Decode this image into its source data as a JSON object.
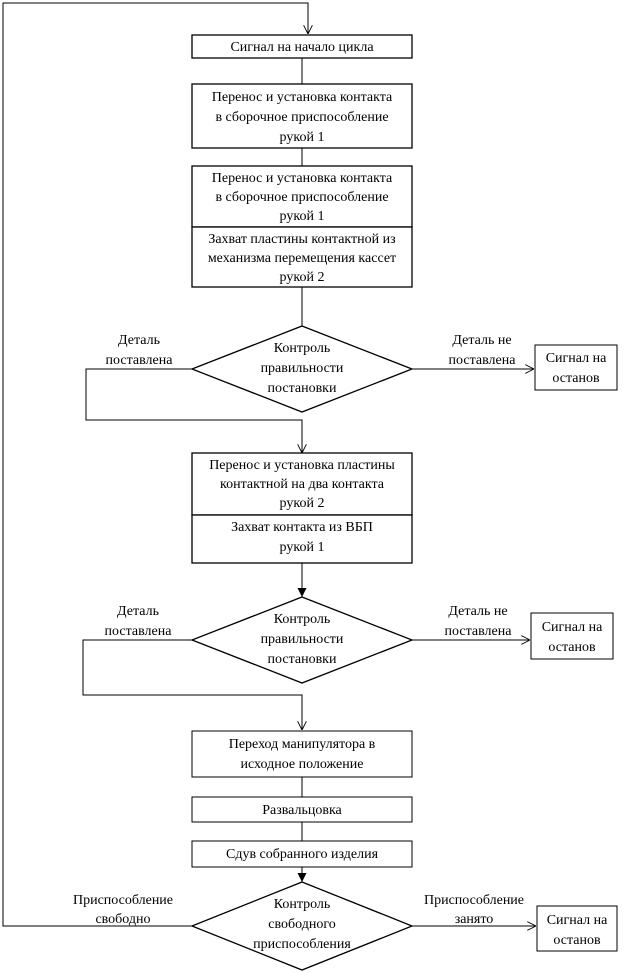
{
  "flow": {
    "start": "Сигнал на начало цикла",
    "step1": [
      "Перенос и установка контакта",
      "в сборочное приспособление",
      "рукой 1"
    ],
    "step2": [
      "Перенос и установка контакта",
      "в сборочное приспособление",
      "рукой 1"
    ],
    "step3": [
      "Захват пластины контактной из",
      "механизма перемещения кассет",
      "рукой 2"
    ],
    "check1": {
      "lines": [
        "Контроль",
        "правильности",
        "постановки"
      ],
      "left_label": [
        "Деталь",
        "поставлена"
      ],
      "right_label": [
        "Деталь не",
        "поставлена"
      ],
      "stop": [
        "Сигнал на",
        "останов"
      ]
    },
    "step4": [
      "Перенос и установка пластины",
      "контактной на два контакта",
      "рукой 2"
    ],
    "step5": [
      "Захват контакта из ВБП",
      "рукой 1"
    ],
    "check2": {
      "lines": [
        "Контроль",
        "правильности",
        "постановки"
      ],
      "left_label": [
        "Деталь",
        "поставлена"
      ],
      "right_label": [
        "Деталь не",
        "поставлена"
      ],
      "stop": [
        "Сигнал на",
        "останов"
      ]
    },
    "step6": [
      "Переход манипулятора в",
      "исходное положение"
    ],
    "step7": "Развальцовка",
    "step8": "Сдув собранного изделия",
    "check3": {
      "lines": [
        "Контроль",
        "свободного",
        "приспособления"
      ],
      "left_label": [
        "Приспособление",
        "свободно"
      ],
      "right_label": [
        "Приспособление",
        "занято"
      ],
      "stop": [
        "Сигнал на",
        "останов"
      ]
    }
  }
}
